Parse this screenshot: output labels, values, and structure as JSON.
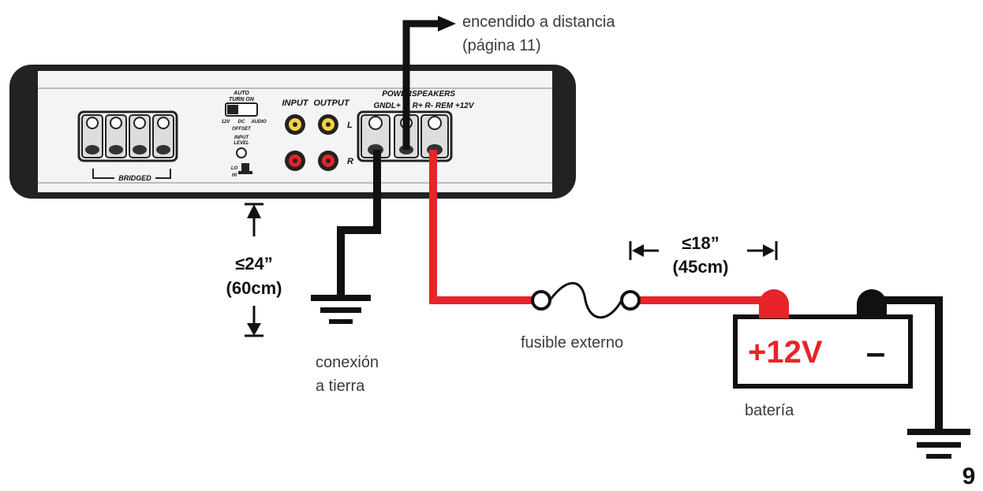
{
  "amp": {
    "bridged": "BRIDGED",
    "auto_turn_on": [
      "AUTO",
      "TURN ON"
    ],
    "switch_options": [
      "12V",
      "DC",
      "AUDIO"
    ],
    "offset": "OFFSET",
    "input_level": [
      "INPUT",
      "LEVEL"
    ],
    "lo_hi": [
      "LO",
      "HI"
    ],
    "input": "INPUT",
    "output": "OUTPUT",
    "channel_l": "L",
    "channel_r": "R",
    "power": "POWER",
    "speakers": "SPEAKERS",
    "terminals": "GNDL+ L- R+ R- REM +12V"
  },
  "labels": {
    "remote_line1": "encendido a distancia",
    "remote_line2": "(página 11)",
    "ground_line1": "conexión",
    "ground_line2": "a tierra",
    "fuse": "fusible externo",
    "battery": "batería",
    "battery_pos": "+12V",
    "battery_neg": "–"
  },
  "dimensions": {
    "ground_len": "≤24”",
    "ground_len_cm": "(60cm)",
    "fuse_len": "≤18”",
    "fuse_len_cm": "(45cm)"
  },
  "page_number": "9",
  "colors": {
    "positive_wire": "#e8232a",
    "ground_wire": "#111111",
    "text": "#3a3a3a"
  }
}
